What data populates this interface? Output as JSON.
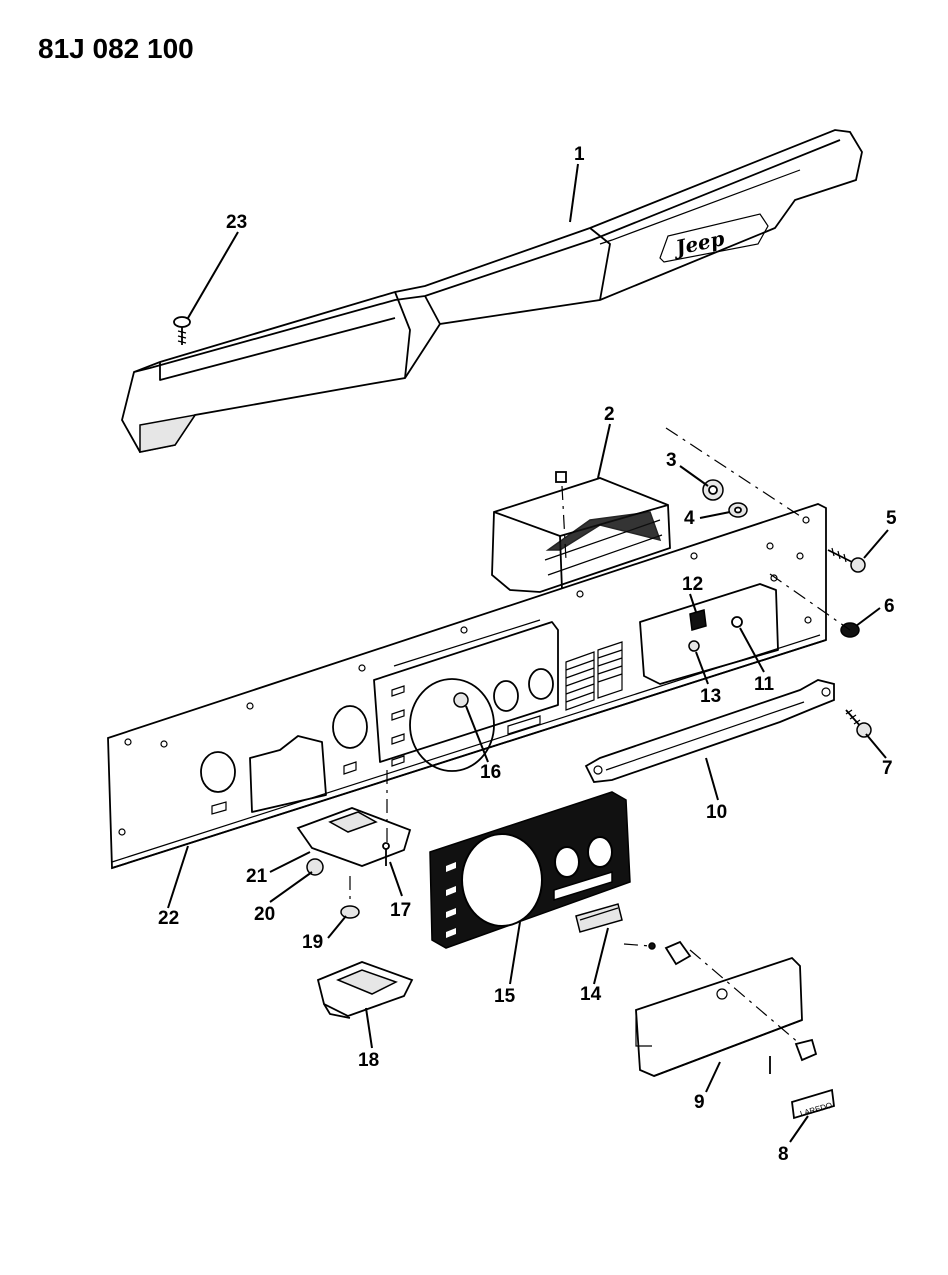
{
  "figure_id": "81J 082 100",
  "emblem_text": "Jeep",
  "badge_text": "LAREDO",
  "labels": {
    "l1": "1",
    "l2": "2",
    "l3": "3",
    "l4": "4",
    "l5": "5",
    "l6": "6",
    "l7": "7",
    "l8": "8",
    "l9": "9",
    "l10": "10",
    "l11": "11",
    "l12": "12",
    "l13": "13",
    "l14": "14",
    "l15": "15",
    "l16": "16",
    "l17": "17",
    "l18": "18",
    "l19": "19",
    "l20": "20",
    "l21": "21",
    "l22": "22",
    "l23": "23"
  }
}
